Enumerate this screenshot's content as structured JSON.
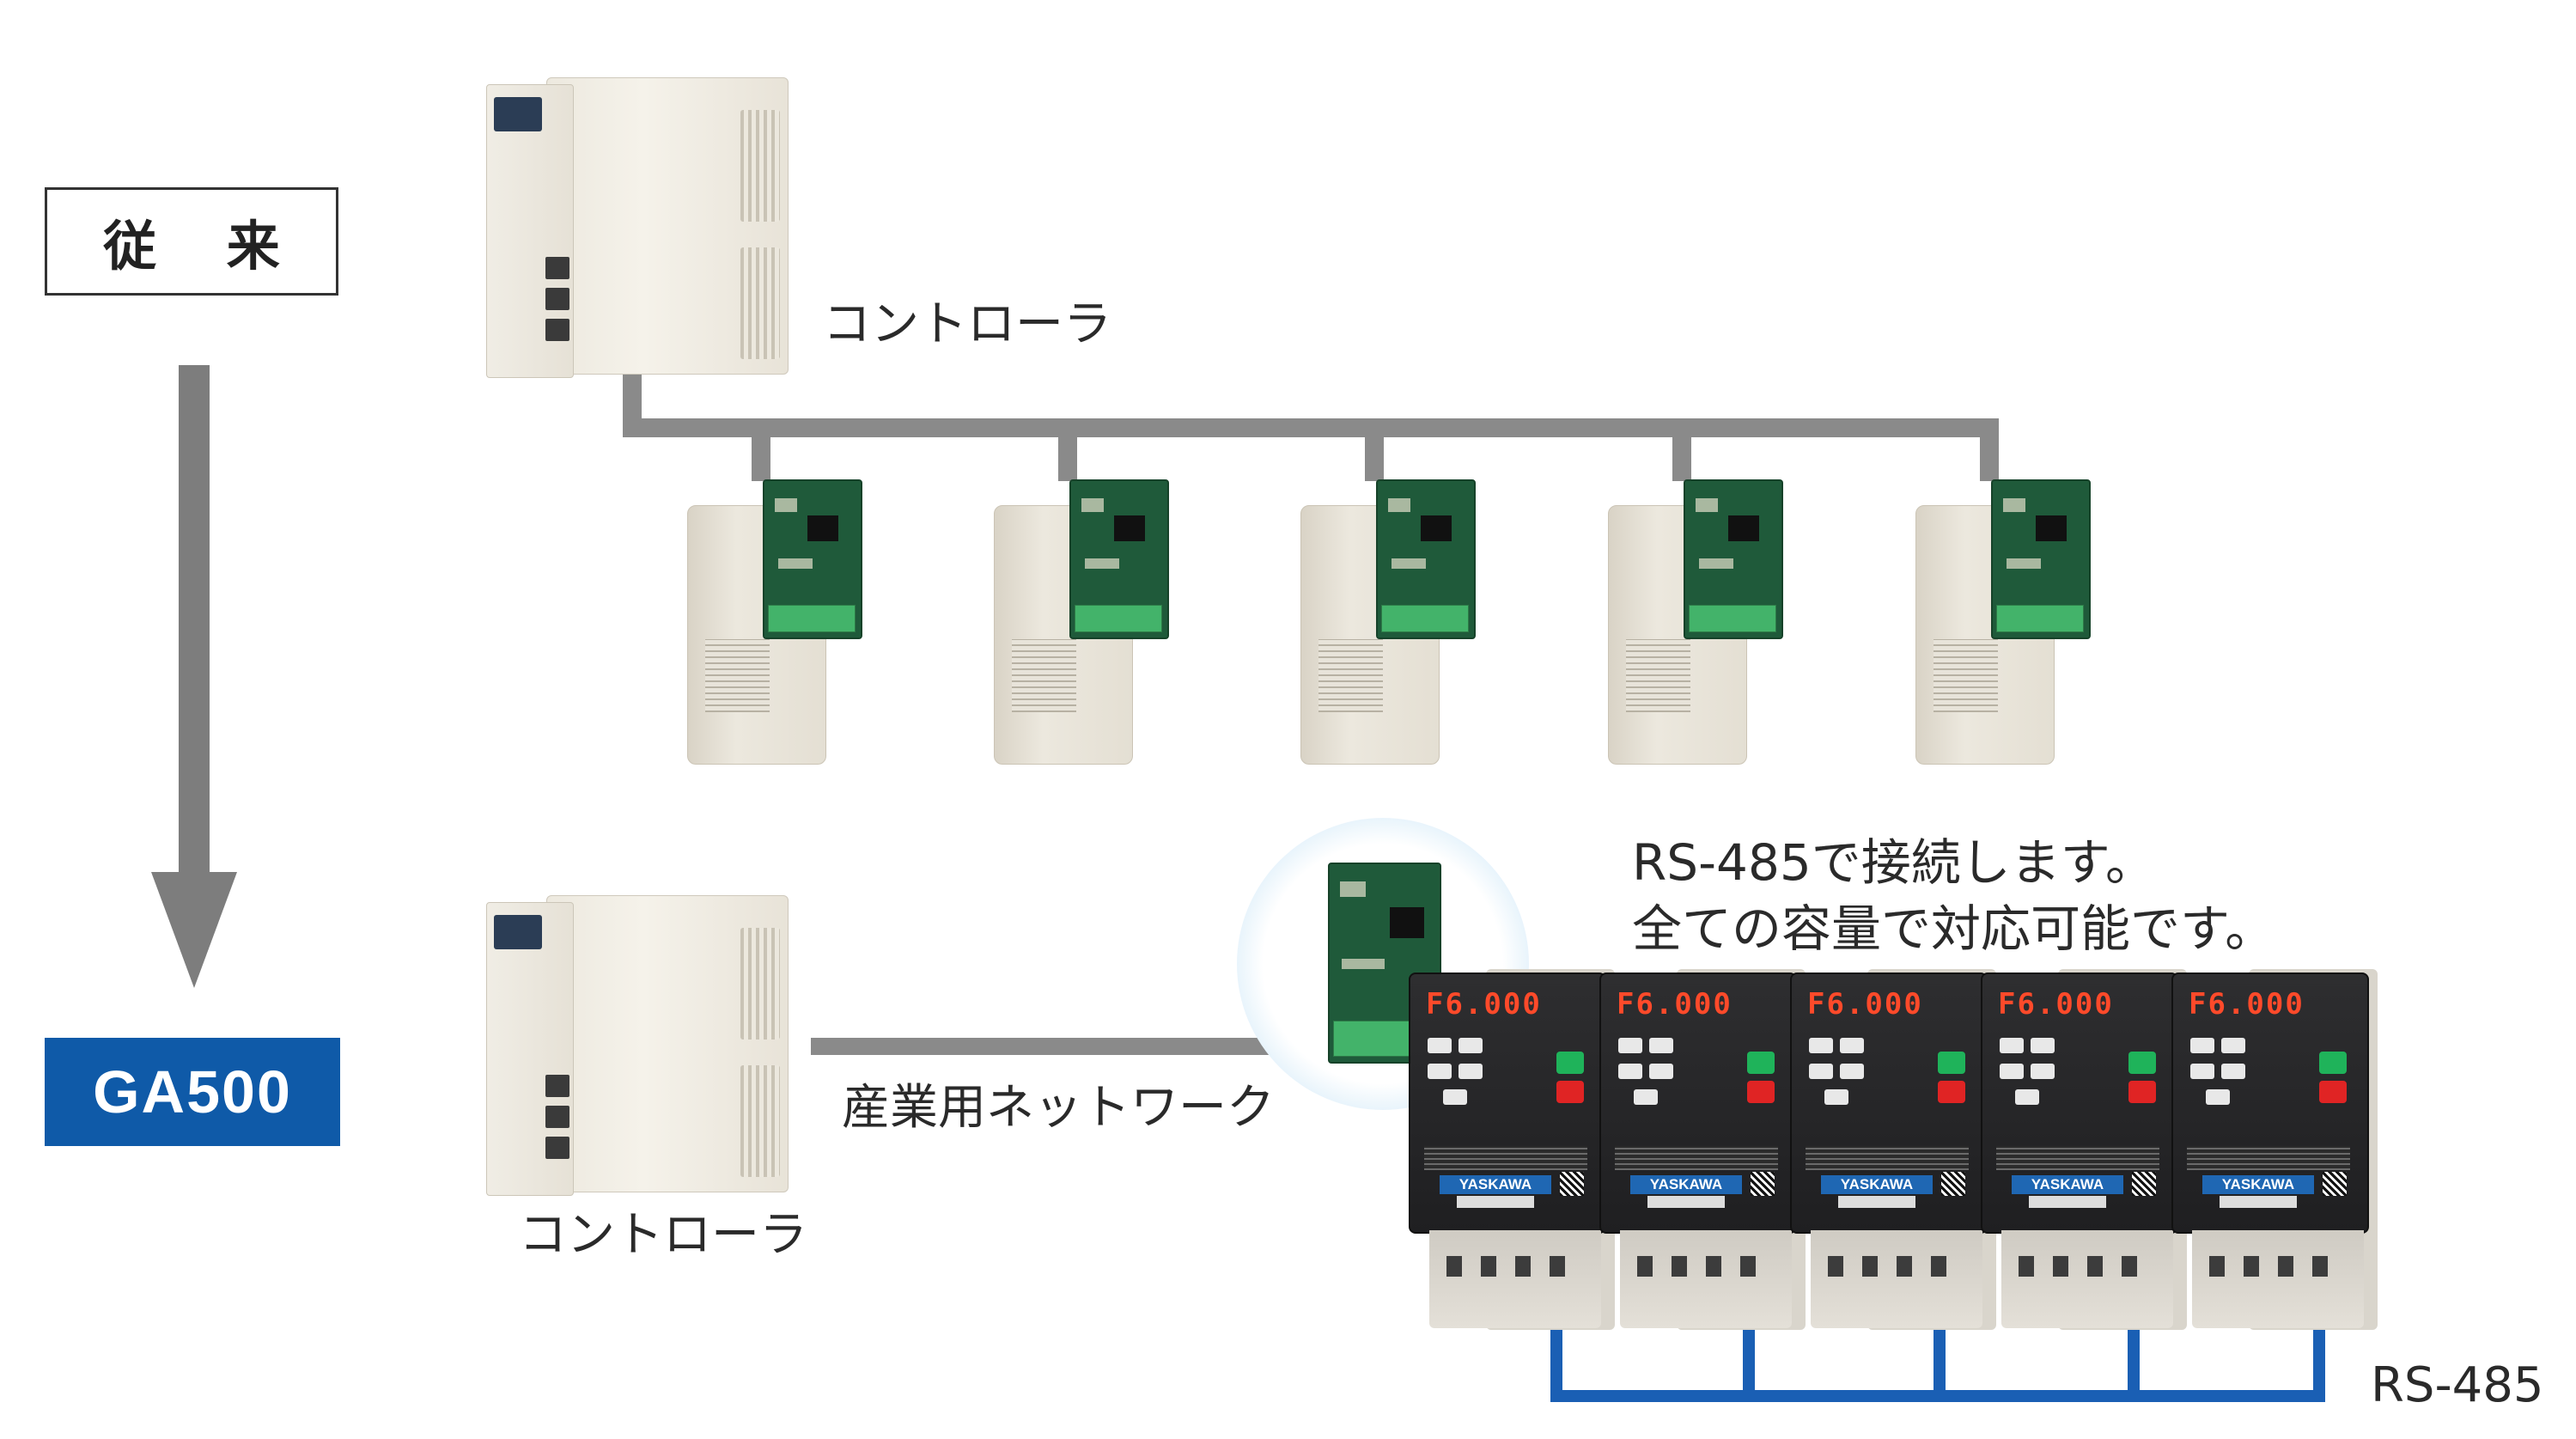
{
  "labels": {
    "conventional": "従 来",
    "ga500": "GA500",
    "controller_top": "コントローラ",
    "controller_bottom": "コントローラ",
    "network": "産業用ネットワーク",
    "callout_line1": "RS-485で接続します。",
    "callout_line2": "全ての容量で対応可能です。",
    "rs485": "RS-485"
  },
  "devices": {
    "drive_led": "F6.000",
    "drive_brand": "YASKAWA"
  },
  "colors": {
    "network_line": "#8a8a8a",
    "rs485_line": "#1a5fb4",
    "ga500_badge": "#0f5aa8",
    "arrow": "#7d7d7d"
  }
}
